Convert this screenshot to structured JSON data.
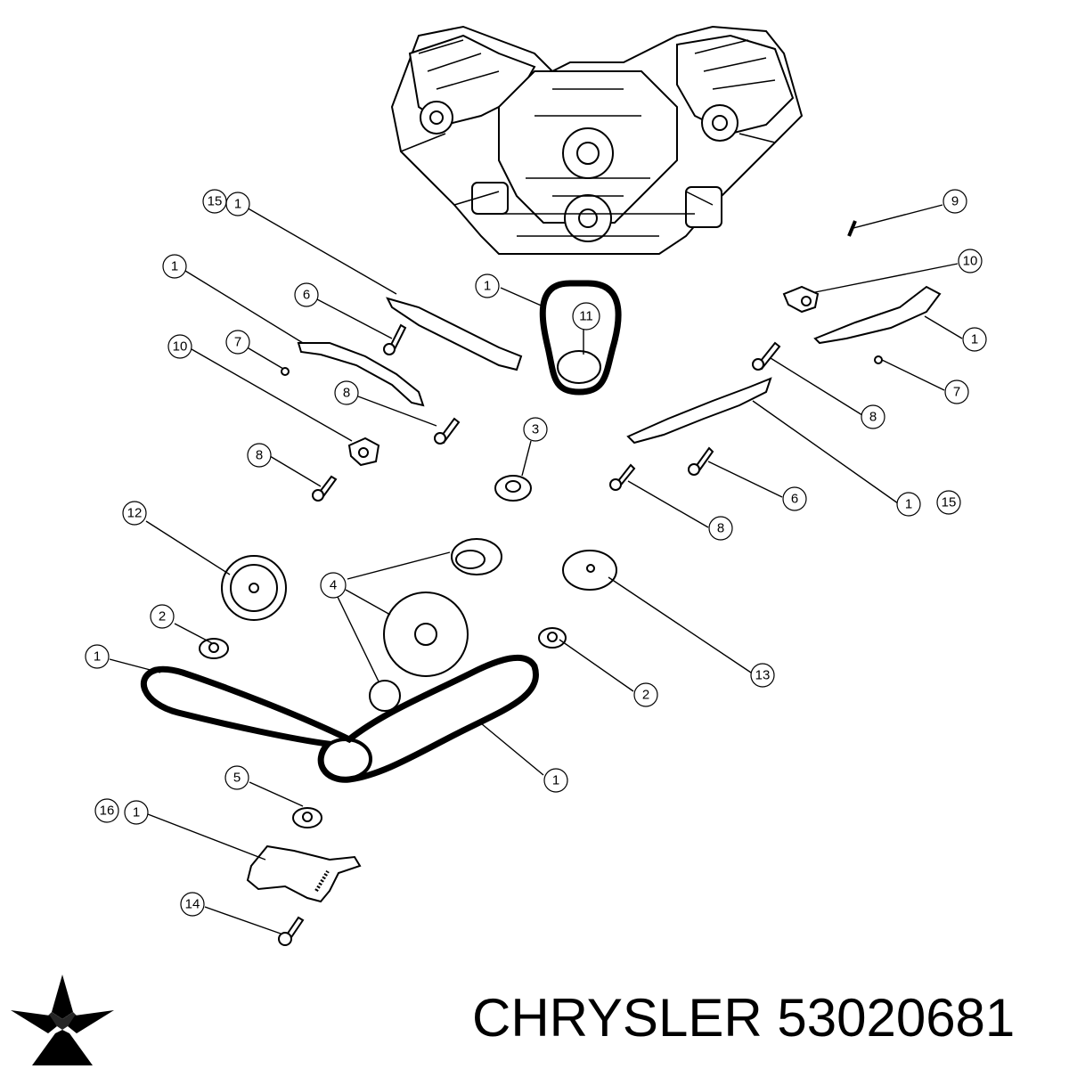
{
  "caption": {
    "brand": "CHRYSLER",
    "part_number": "53020681"
  },
  "logo": {
    "icon": "pentastar-icon",
    "color": "#000000"
  },
  "callouts": [
    {
      "id": "c15a",
      "label": "15"
    },
    {
      "id": "c1a",
      "label": "1"
    },
    {
      "id": "c9",
      "label": "9"
    },
    {
      "id": "c10a",
      "label": "10"
    },
    {
      "id": "c1b",
      "label": "1"
    },
    {
      "id": "c6a",
      "label": "6"
    },
    {
      "id": "c1c",
      "label": "1"
    },
    {
      "id": "c11",
      "label": "11"
    },
    {
      "id": "c1d",
      "label": "1"
    },
    {
      "id": "c7a",
      "label": "7"
    },
    {
      "id": "c10b",
      "label": "10"
    },
    {
      "id": "c7b",
      "label": "7"
    },
    {
      "id": "c8a",
      "label": "8"
    },
    {
      "id": "c8b",
      "label": "8"
    },
    {
      "id": "c3",
      "label": "3"
    },
    {
      "id": "c8c",
      "label": "8"
    },
    {
      "id": "c6b",
      "label": "6"
    },
    {
      "id": "c1e",
      "label": "1"
    },
    {
      "id": "c15b",
      "label": "15"
    },
    {
      "id": "c8d",
      "label": "8"
    },
    {
      "id": "c12",
      "label": "12"
    },
    {
      "id": "c4",
      "label": "4"
    },
    {
      "id": "c2a",
      "label": "2"
    },
    {
      "id": "c1f",
      "label": "1"
    },
    {
      "id": "c13",
      "label": "13"
    },
    {
      "id": "c2b",
      "label": "2"
    },
    {
      "id": "c1g",
      "label": "1"
    },
    {
      "id": "c5",
      "label": "5"
    },
    {
      "id": "c16",
      "label": "16"
    },
    {
      "id": "c1h",
      "label": "1"
    },
    {
      "id": "c14",
      "label": "14"
    }
  ]
}
